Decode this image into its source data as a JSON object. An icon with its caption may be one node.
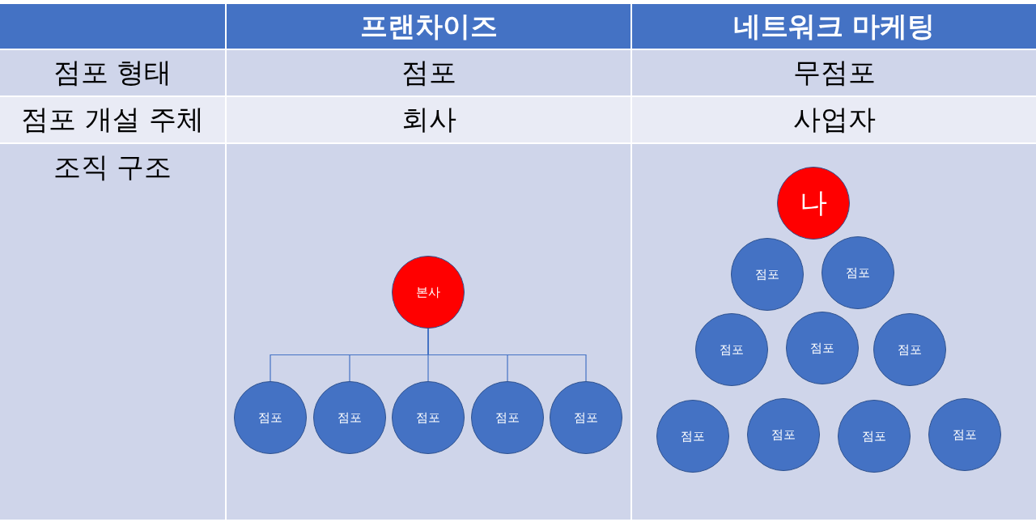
{
  "diagram": {
    "nodes": [
      {
        "text": [
          "본사"
        ]
      },
      {
        "text": [
          "점포"
        ]
      },
      {
        "text": [
          "점포"
        ]
      },
      {
        "text": [
          "점포"
        ]
      },
      {
        "text": [
          "점포"
        ]
      },
      {
        "text": [
          "점포"
        ]
      },
      {
        "text": [
          "나"
        ]
      },
      {
        "text": [
          "점포"
        ]
      },
      {
        "text": [
          "점포"
        ]
      },
      {
        "text": [
          "점포"
        ]
      },
      {
        "text": [
          "점포"
        ]
      },
      {
        "text": [
          "점포"
        ]
      },
      {
        "text": [
          "점포"
        ]
      },
      {
        "text": [
          "점포"
        ]
      },
      {
        "text": [
          "점포"
        ]
      },
      {
        "text": [
          "점포"
        ]
      }
    ],
    "edges": [
      {
        "from": 0,
        "to": 1,
        "arrow": "none"
      },
      {
        "from": 0,
        "to": 2,
        "arrow": "none"
      },
      {
        "from": 0,
        "to": 3,
        "arrow": "none"
      },
      {
        "from": 0,
        "to": 4,
        "arrow": "none"
      },
      {
        "from": 0,
        "to": 5,
        "arrow": "none"
      }
    ],
    "labels": [
      "프랜차이즈",
      "네트워크 마케팅",
      "점포 형태",
      "점포",
      "무점포",
      "점포 개설 주체",
      "회사",
      "사업자",
      "조직 구조"
    ]
  }
}
